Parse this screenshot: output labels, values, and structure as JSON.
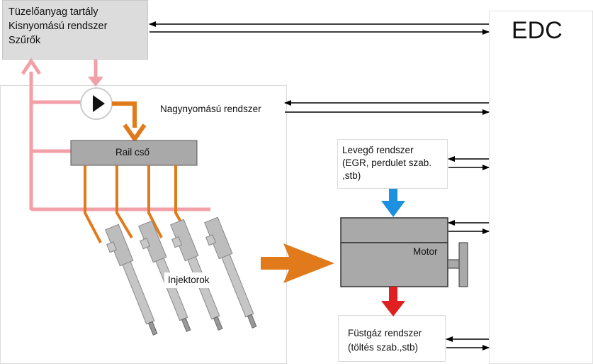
{
  "fuel_tank": {
    "line1": "Tüzelőanyag tartály",
    "line2": "Kisnyomású rendszer",
    "line3": "Szűrők"
  },
  "edc_label": "EDC",
  "high_pressure_label": "Nagynyomású rendszer",
  "rail_label": "Rail cső",
  "air_system": {
    "line1": "Levegő rendszer",
    "line2": "(EGR, perdulet szab.",
    "line3": ",stb)"
  },
  "motor_label": "Motor",
  "injectors_label": "Injektorok",
  "exhaust_system": {
    "line1": "Füstgáz rendszer",
    "line2": "(töltés szab.,stb)"
  },
  "colors": {
    "low_pressure": "#f2a0a8",
    "high_pressure": "#e07a1a",
    "air": "#1e90e0",
    "exhaust": "#e02020",
    "rail_fill": "#a9a9a9",
    "edc_fill": "#ffffff",
    "panel_border": "#d8d8d8"
  }
}
